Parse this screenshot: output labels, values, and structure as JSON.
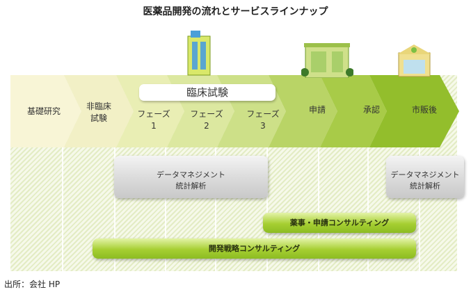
{
  "title": "医薬品開発の流れとサービスラインナップ",
  "stages": [
    {
      "line1": "基礎研究",
      "line2": ""
    },
    {
      "line1": "非臨床",
      "line2": "試験"
    },
    {
      "line1": "フェーズ",
      "line2": "1"
    },
    {
      "line1": "フェーズ",
      "line2": "2"
    },
    {
      "line1": "フェーズ",
      "line2": "3"
    },
    {
      "line1": "申請",
      "line2": ""
    },
    {
      "line1": "承認",
      "line2": ""
    },
    {
      "line1": "市販後",
      "line2": ""
    }
  ],
  "clinical_label": "臨床試験",
  "services": {
    "dm1": {
      "line1": "データマネジメント",
      "line2": "統計解析"
    },
    "dm2": {
      "line1": "データマネジメント",
      "line2": "統計解析"
    },
    "regulatory": "薬事・申請コンサルティング",
    "strategy": "開発戦略コンサルティング"
  },
  "source": "出所：会社 HP",
  "colors": {
    "light": "#f8f5d8",
    "dark": "#8fbd2a"
  }
}
